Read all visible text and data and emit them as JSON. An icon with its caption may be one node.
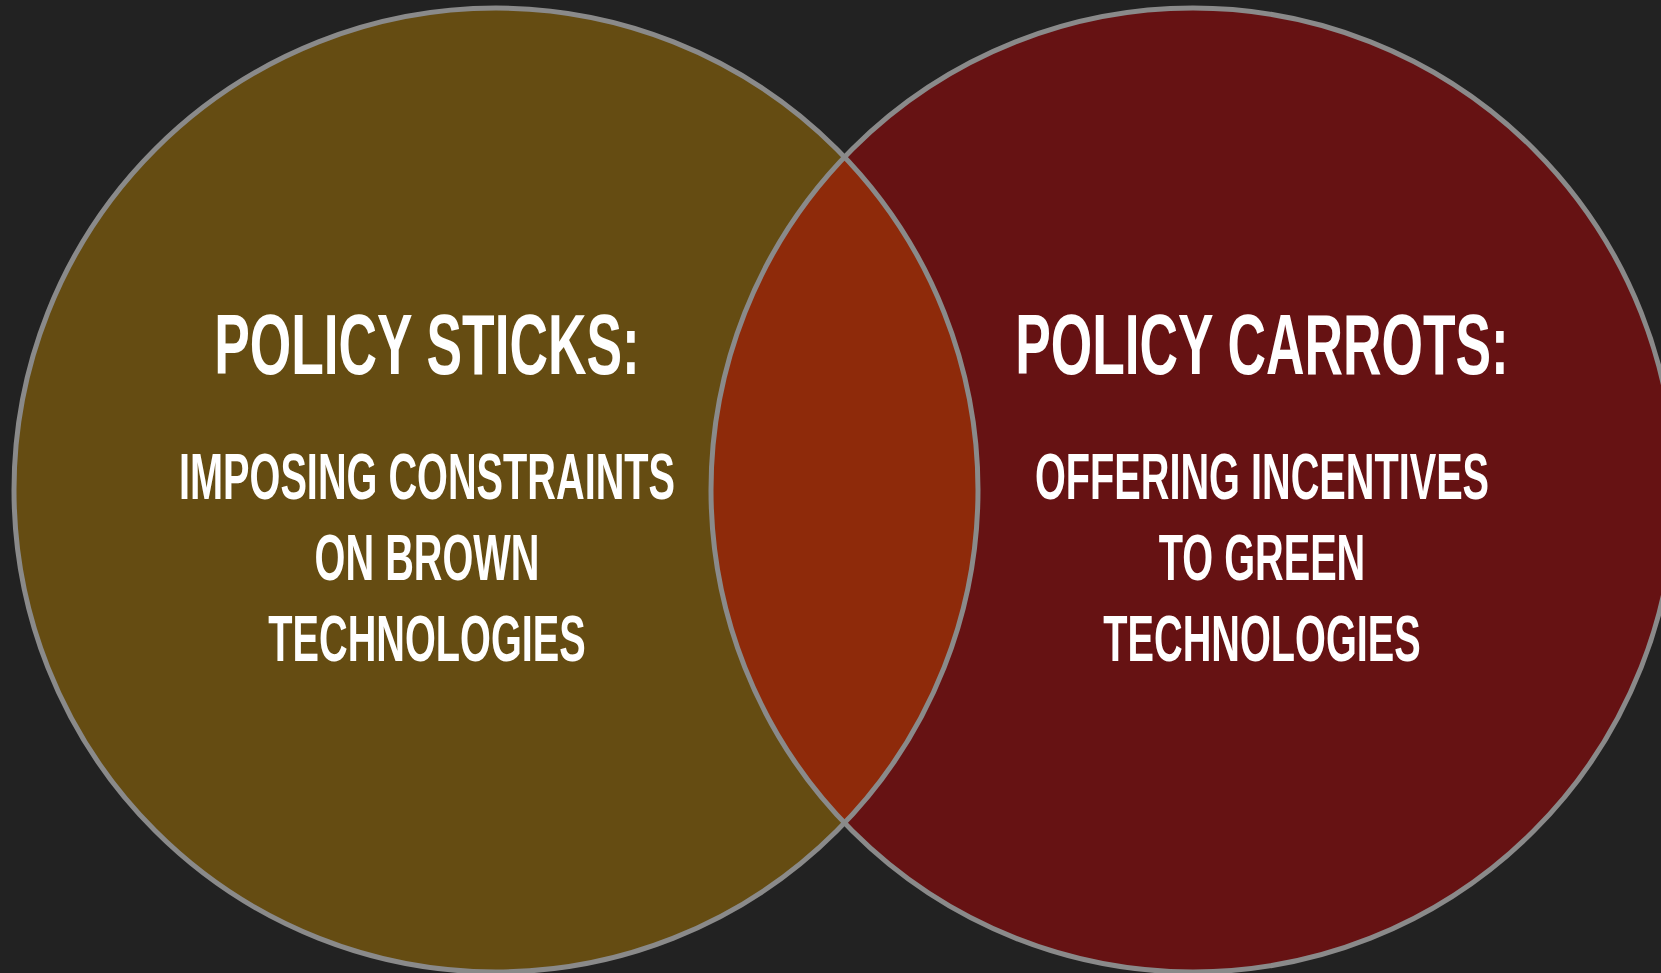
{
  "diagram": {
    "nodes": [
      {
        "text": [
          "POLICY STICKS:",
          "IMPOSING CONSTRAINTS ON BROWN TECHNOLOGIES"
        ]
      },
      {
        "text": [
          "POLICY CARROTS:",
          "OFFERING INCENTIVES TO GREEN TECHNOLOGIES"
        ]
      }
    ]
  }
}
